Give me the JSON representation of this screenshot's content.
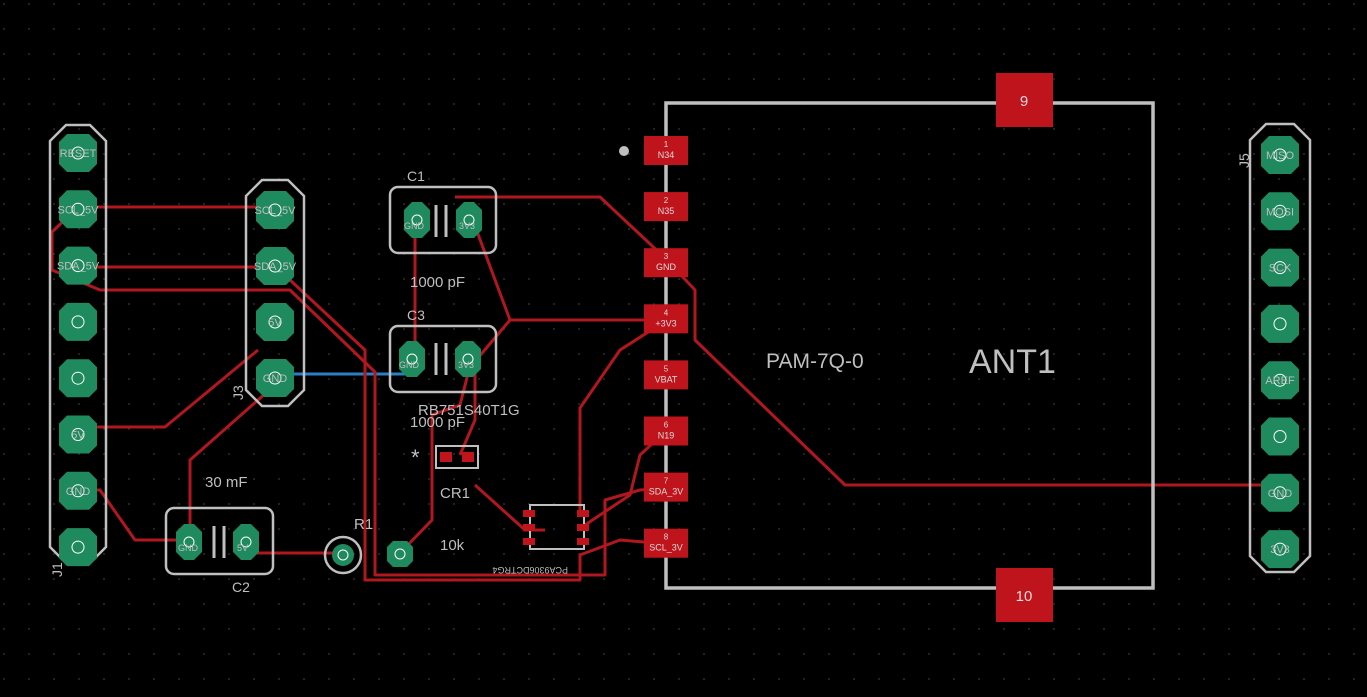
{
  "colors": {
    "background": "#000000",
    "grid": "#2a2a2a",
    "trace_top": "#b0171f",
    "trace_bottom": "#2b7fc4",
    "pad_green": "#1f8a5e",
    "pad_ring": "#ffffff",
    "outline": "#bfbfbf",
    "smd_pad": "#c0141c",
    "label": "#bfbfbf"
  },
  "modules": {
    "name": "PAM-7Q-0",
    "antenna": "ANT1",
    "big_pads": [
      "9",
      "10"
    ],
    "pins": [
      {
        "num": "1",
        "name": "N34"
      },
      {
        "num": "2",
        "name": "N35"
      },
      {
        "num": "3",
        "name": "GND"
      },
      {
        "num": "4",
        "name": "+3V3"
      },
      {
        "num": "5",
        "name": "VBAT"
      },
      {
        "num": "6",
        "name": "N19"
      },
      {
        "num": "7",
        "name": "SDA_3V"
      },
      {
        "num": "8",
        "name": "SCL_3V"
      }
    ]
  },
  "header_j1": {
    "ref": "J1",
    "pins": [
      "RESET",
      "SCL_5V",
      "SDA_5V",
      "",
      "",
      "5V",
      "GND",
      ""
    ]
  },
  "header_j3": {
    "ref": "J3",
    "pins": [
      "SCL_5V",
      "SDA_5V",
      "5V",
      "GND"
    ]
  },
  "header_j5": {
    "ref": "J5",
    "pins": [
      "MISO",
      "MOSI",
      "SCK",
      "",
      "AREF",
      "",
      "GND",
      "3V3"
    ]
  },
  "parts": {
    "c1": {
      "ref": "C1",
      "value": "1000 pF",
      "pads": [
        "GND",
        "3V3"
      ]
    },
    "c3": {
      "ref": "C3",
      "value": "1000 pF",
      "pads": [
        "GND",
        "3V3"
      ]
    },
    "c2": {
      "ref": "C2",
      "value": "30 mF",
      "pads": [
        "GND",
        "5V"
      ]
    },
    "cr1": {
      "ref": "CR1",
      "value": "RB751S40T1G",
      "marker": "*"
    },
    "r1": {
      "ref": "R1",
      "value": "10k"
    },
    "u1_mirrored": "PCA9306DCTRG4"
  }
}
